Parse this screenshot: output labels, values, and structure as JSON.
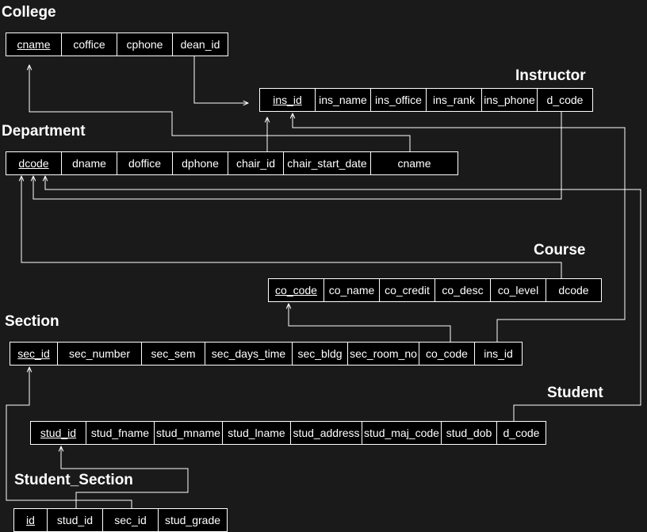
{
  "tables": [
    {
      "name": "College",
      "columns": [
        "cname",
        "coffice",
        "cphone",
        "dean_id"
      ],
      "keys": [
        0
      ]
    },
    {
      "name": "Instructor",
      "columns": [
        "ins_id",
        "ins_name",
        "ins_office",
        "ins_rank",
        "ins_phone",
        "d_code"
      ],
      "keys": [
        0
      ]
    },
    {
      "name": "Department",
      "columns": [
        "dcode",
        "dname",
        "doffice",
        "dphone",
        "chair_id",
        "chair_start_date",
        "cname"
      ],
      "keys": [
        0
      ]
    },
    {
      "name": "Course",
      "columns": [
        "co_code",
        "co_name",
        "co_credit",
        "co_desc",
        "co_level",
        "dcode"
      ],
      "keys": [
        0
      ]
    },
    {
      "name": "Section",
      "columns": [
        "sec_id",
        "sec_number",
        "sec_sem",
        "sec_days_time",
        "sec_bldg",
        "sec_room_no",
        "co_code",
        "ins_id"
      ],
      "keys": [
        0
      ]
    },
    {
      "name": "Student",
      "columns": [
        "stud_id",
        "stud_fname",
        "stud_mname",
        "stud_lname",
        "stud_address",
        "stud_maj_code",
        "stud_dob",
        "d_code"
      ],
      "keys": [
        0
      ]
    },
    {
      "name": "Student_Section",
      "columns": [
        "id",
        "stud_id",
        "sec_id",
        "stud_grade"
      ],
      "keys": [
        0
      ]
    }
  ],
  "colors": {
    "background": "#1a1a1a",
    "table_fill": "#000000",
    "line": "#ffffff",
    "text": "#ffffff"
  }
}
